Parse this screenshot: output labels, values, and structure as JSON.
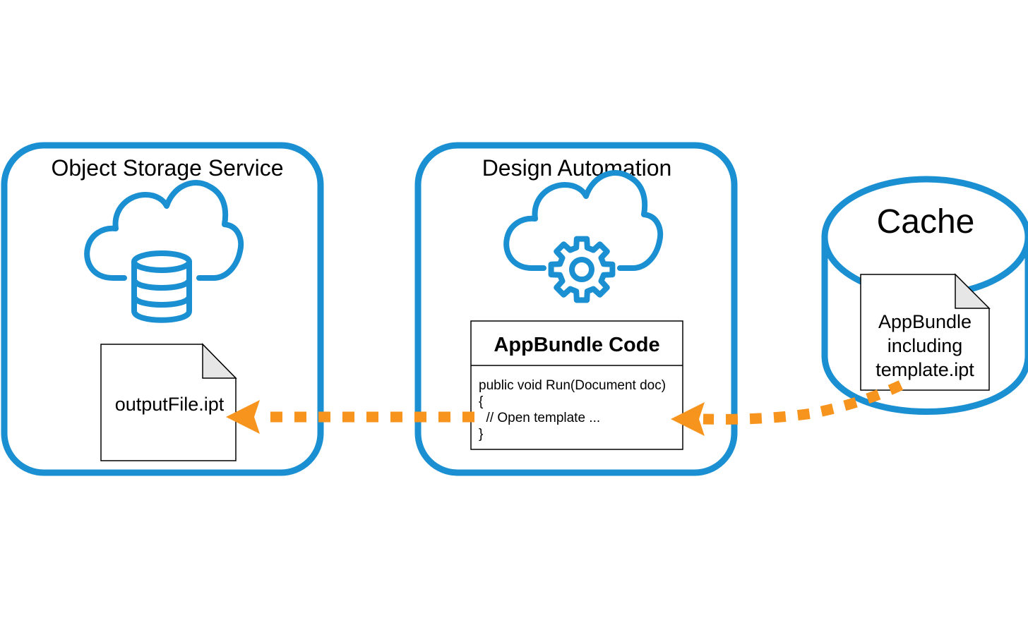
{
  "colors": {
    "accent_blue": "#1a8fd1",
    "arrow_orange": "#f7941d",
    "doc_fold": "#e6e6e6",
    "stroke_dark": "#000000"
  },
  "object_storage": {
    "title": "Object Storage Service",
    "icon": "cloud-database-icon",
    "file_name": "outputFile.ipt"
  },
  "design_automation": {
    "title": "Design Automation",
    "icon": "cloud-gear-icon",
    "code_box": {
      "header": "AppBundle Code",
      "lines": [
        "public void Run(Document doc)",
        "{",
        "  // Open template ...",
        "}"
      ]
    }
  },
  "cache": {
    "title": "Cache",
    "doc_lines": [
      "AppBundle",
      "including",
      "template.ipt"
    ]
  }
}
